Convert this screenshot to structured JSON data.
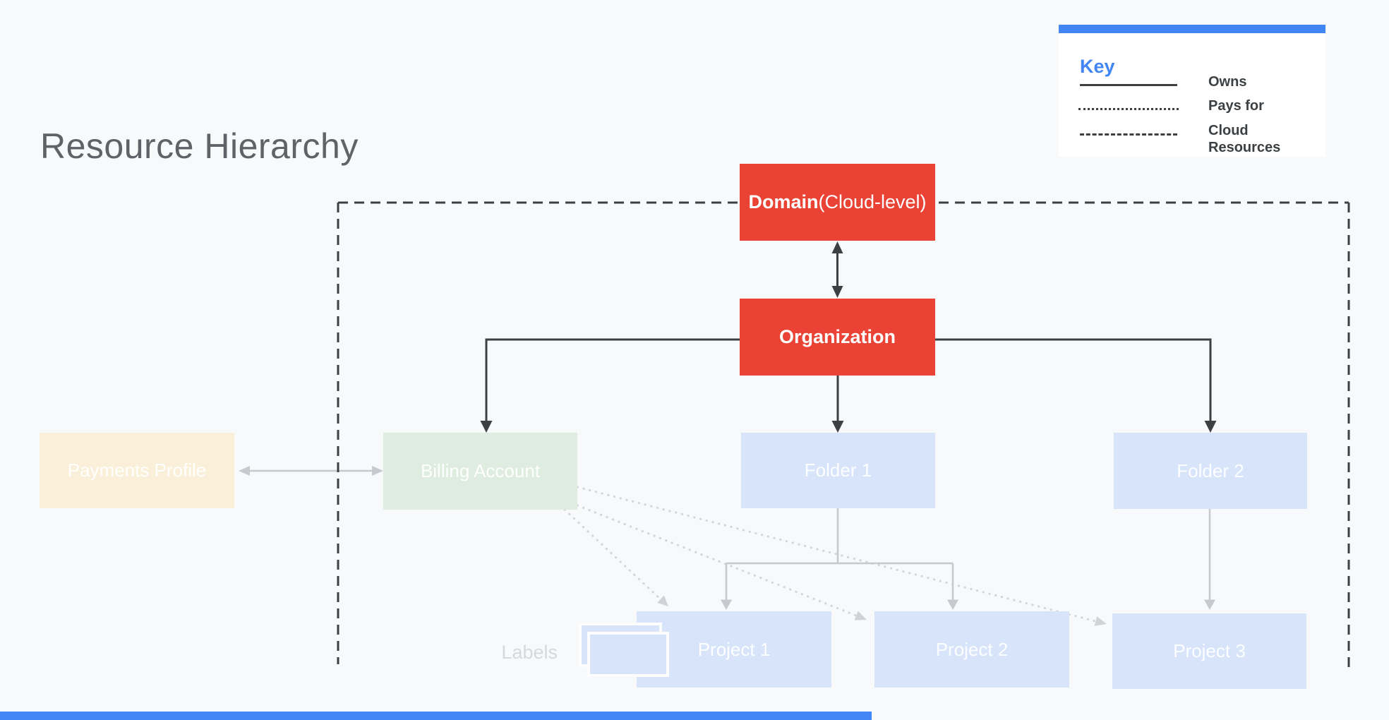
{
  "title": "Resource Hierarchy",
  "key": {
    "title": "Key",
    "items": [
      {
        "style": "solid",
        "label": "Owns"
      },
      {
        "style": "dotted",
        "label": "Pays for"
      },
      {
        "style": "dashed",
        "label": "Cloud Resources"
      }
    ]
  },
  "nodes": {
    "domain": {
      "label_bold": "Domain",
      "label_suffix": " (Cloud-level)"
    },
    "organization": {
      "label": "Organization"
    },
    "payments_profile": {
      "label": "Payments Profile"
    },
    "billing_account": {
      "label": "Billing Account"
    },
    "folder1": {
      "label": "Folder 1"
    },
    "folder2": {
      "label": "Folder 2"
    },
    "project1": {
      "label": "Project 1"
    },
    "project2": {
      "label": "Project 2"
    },
    "project3": {
      "label": "Project 3"
    },
    "labels_caption": {
      "label": "Labels"
    }
  },
  "colors": {
    "background": "#F7F9FA",
    "node_red": "#EA4335",
    "node_light_blue": "#D7E4FA",
    "node_light_green": "#DEEDE0",
    "node_cream": "#FAF0D9",
    "key_accent_blue": "#4285F4",
    "dark_line": "#3C4043",
    "gray_line": "#C6C9CE",
    "dotted_line": "#D3D5D9",
    "title_gray": "#5F6368",
    "labels_text_gray": "#D5D8DC"
  }
}
